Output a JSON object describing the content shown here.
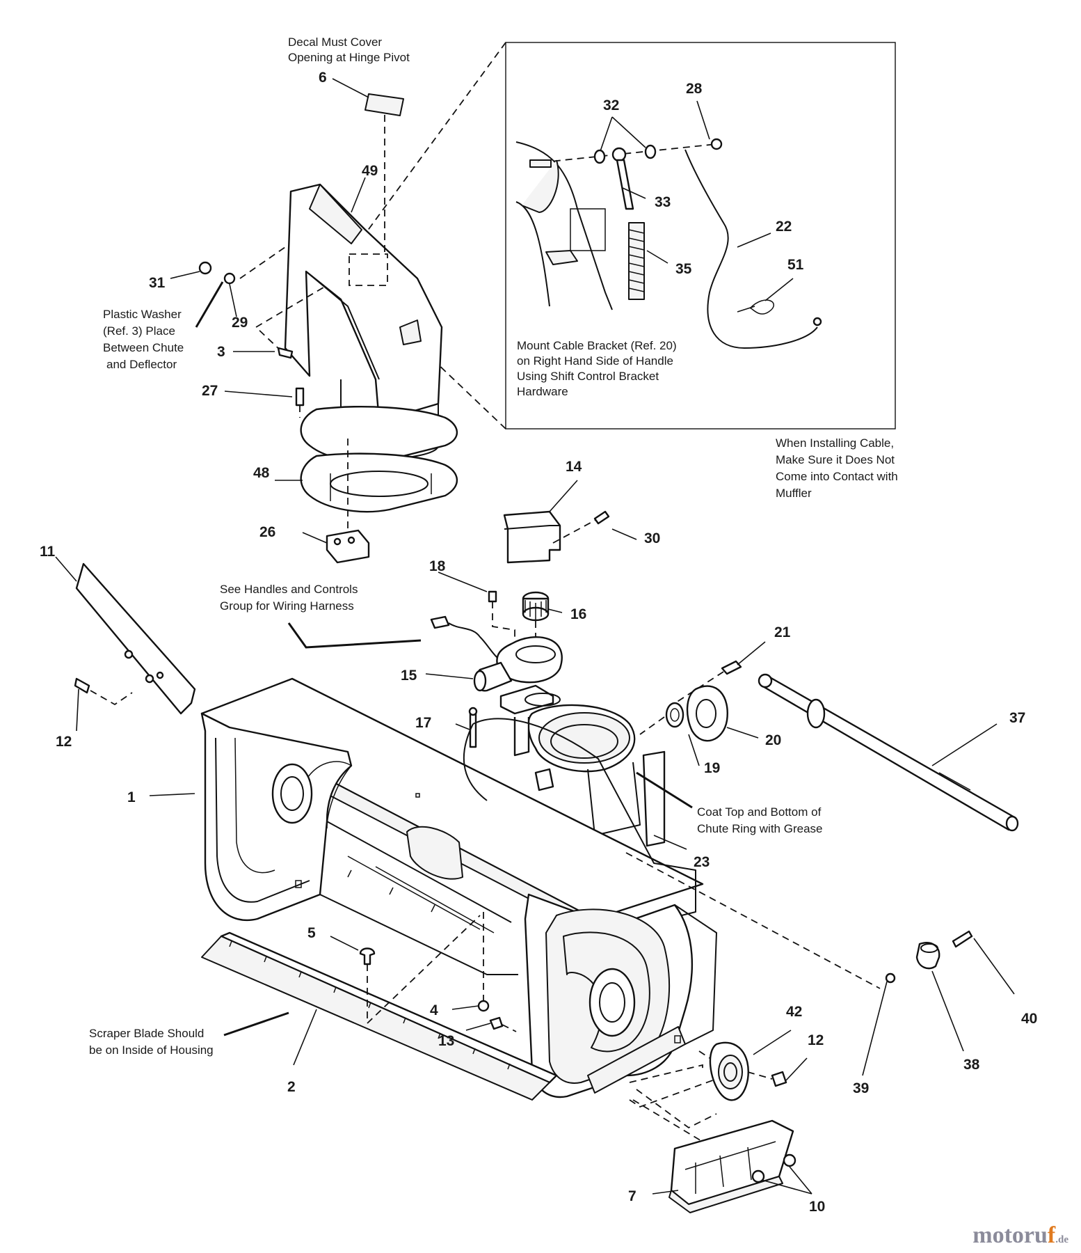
{
  "callouts": {
    "c1": "1",
    "c2": "2",
    "c3": "3",
    "c4": "4",
    "c5": "5",
    "c6": "6",
    "c7": "7",
    "c10": "10",
    "c11": "11",
    "c12a": "12",
    "c12b": "12",
    "c13": "13",
    "c14": "14",
    "c15": "15",
    "c16": "16",
    "c17": "17",
    "c18": "18",
    "c19": "19",
    "c20": "20",
    "c21": "21",
    "c22": "22",
    "c23": "23",
    "c26": "26",
    "c27": "27",
    "c28": "28",
    "c29": "29",
    "c30": "30",
    "c31": "31",
    "c32": "32",
    "c33": "33",
    "c35": "35",
    "c37": "37",
    "c38": "38",
    "c39": "39",
    "c40": "40",
    "c42": "42",
    "c48": "48",
    "c49": "49",
    "c51": "51"
  },
  "notes": {
    "decal": [
      "Decal Must Cover",
      "Opening at Hinge Pivot"
    ],
    "washer": [
      "Plastic Washer",
      "(Ref. 3) Place",
      "Between Chute",
      "and Deflector"
    ],
    "cable_bracket": [
      "Mount Cable Bracket (Ref. 20)",
      "on Right Hand Side of Handle",
      "Using Shift Control Bracket",
      "Hardware"
    ],
    "installing_cable": [
      "When Installing Cable,",
      "Make Sure it Does Not",
      "Come into Contact with",
      "Muffler"
    ],
    "wiring": [
      "See Handles and Controls",
      "Group for Wiring Harness"
    ],
    "grease": [
      "Coat Top and Bottom of",
      "Chute Ring with Grease"
    ],
    "scraper": [
      "Scraper Blade Should",
      "be on Inside of Housing"
    ]
  },
  "watermark": {
    "main": "motoru",
    "accent": "f",
    "tld": ".de"
  }
}
